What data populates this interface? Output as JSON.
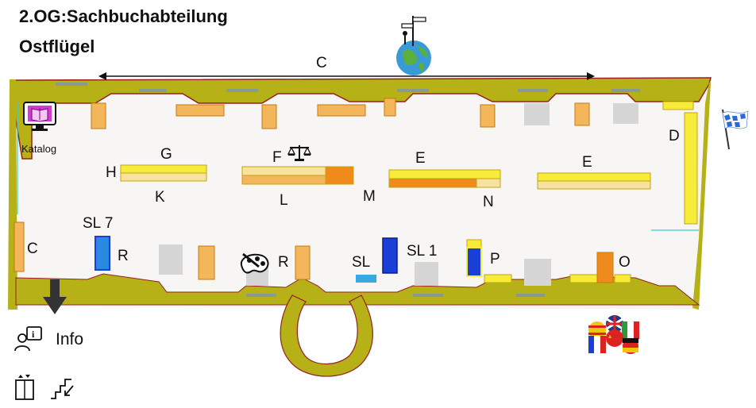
{
  "header": {
    "line1": "2.OG:Sachbuchabteilung",
    "line2": "Ostflügel"
  },
  "map": {
    "colors": {
      "wall": "#b5b116",
      "wall_edge": "#9a1f1f",
      "floor": "#f7f6f4",
      "shelf_orange": "#f4b65a",
      "shelf_yellow": "#f8ec3a",
      "shelf_deep_orange": "#f08a1c",
      "shelf_light": "#f8e2a0",
      "shelf_blue": "#1a3fd6",
      "shelf_light_blue": "#38a8e0",
      "grey_block": "#d6d6d6",
      "water_line": "#3ad0d0"
    },
    "dimension_label": "C",
    "section_labels": {
      "katalog": "Katalog",
      "G": "G",
      "H": "H",
      "K": "K",
      "F": "F",
      "L": "L",
      "M": "M",
      "E1": "E",
      "N": "N",
      "E2": "E",
      "D": "D",
      "SL7": "SL 7",
      "C_left": "C",
      "R1": "R",
      "R2": "R",
      "SL": "SL",
      "SL1": "SL 1",
      "P": "P",
      "O": "O",
      "info": "Info"
    },
    "icons": {
      "katalog": "computer-book-icon",
      "signpost": "signpost-globe-icon",
      "scales": "scales-icon",
      "palette": "palette-icon",
      "flag": "bavaria-flag-icon",
      "languages": "language-flags-icon",
      "entrance_arrow": "arrow-down-icon",
      "info": "info-person-icon",
      "elevator": "elevator-icon",
      "stairs": "stairs-icon"
    }
  }
}
